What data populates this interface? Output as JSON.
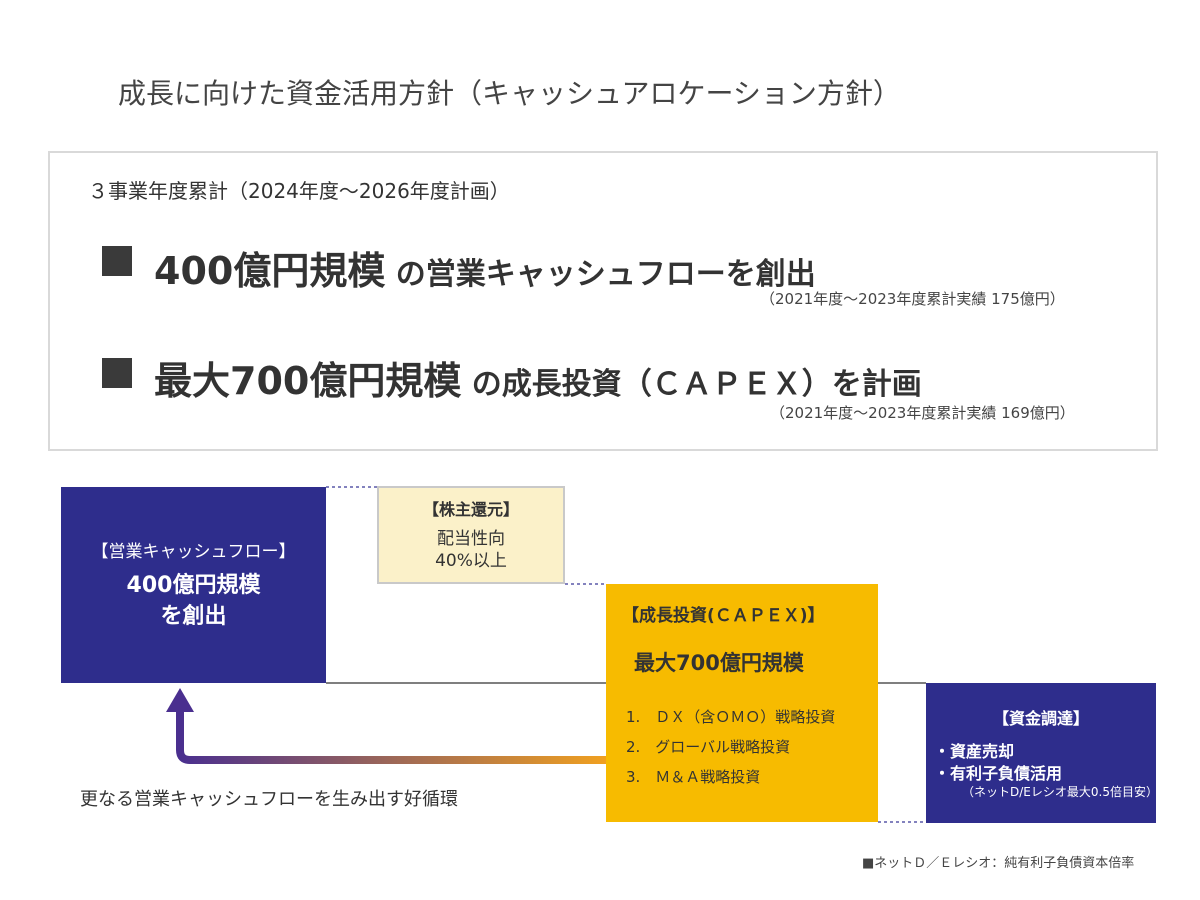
{
  "title": "成長に向けた資金活用方針（キャッシュアロケーション方針）",
  "summary": {
    "period": "３事業年度累計（2024年度～2026年度計画）",
    "points": [
      {
        "highlight": "400億円規模",
        "text": " の営業キャッシュフローを創出",
        "actual": "（2021年度～2023年度累計実績 175億円）"
      },
      {
        "highlight": "最大700億円規模",
        "text": " の成長投資（ＣＡＰＥＸ）を計画",
        "actual": "（2021年度～2023年度累計実績 169億円）"
      }
    ]
  },
  "flow": {
    "operating_cf": {
      "label": "【営業キャッシュフロー】",
      "value_line1": "400億円規模",
      "value_line2": "を創出"
    },
    "shareholder_return": {
      "label": "【株主還元】",
      "value_line1": "配当性向",
      "value_line2": "40%以上"
    },
    "capex": {
      "label": "【成長投資(ＣＡＰＥＸ)】",
      "value": "最大700億円規模",
      "items": [
        "1.　ＤＸ（含ＯＭＯ）戦略投資",
        "2.　グローバル戦略投資",
        "3.　Ｍ＆Ａ戦略投資"
      ]
    },
    "funding": {
      "label": "【資金調達】",
      "item1": "・資産売却",
      "item2": "・有利子負債活用",
      "note": "（ネットD/Eレシオ最大0.5倍目安）"
    },
    "cycle_text": "更なる営業キャッシュフローを生み出す好循環"
  },
  "footnote": "■ネットＤ／Ｅレシオ：純有利子負債資本倍率",
  "colors": {
    "navy": "#2e2d8c",
    "cream": "#fbf1c9",
    "gold": "#f7bb00",
    "arrow_start": "#f0a020",
    "arrow_end": "#4a2f8f"
  }
}
